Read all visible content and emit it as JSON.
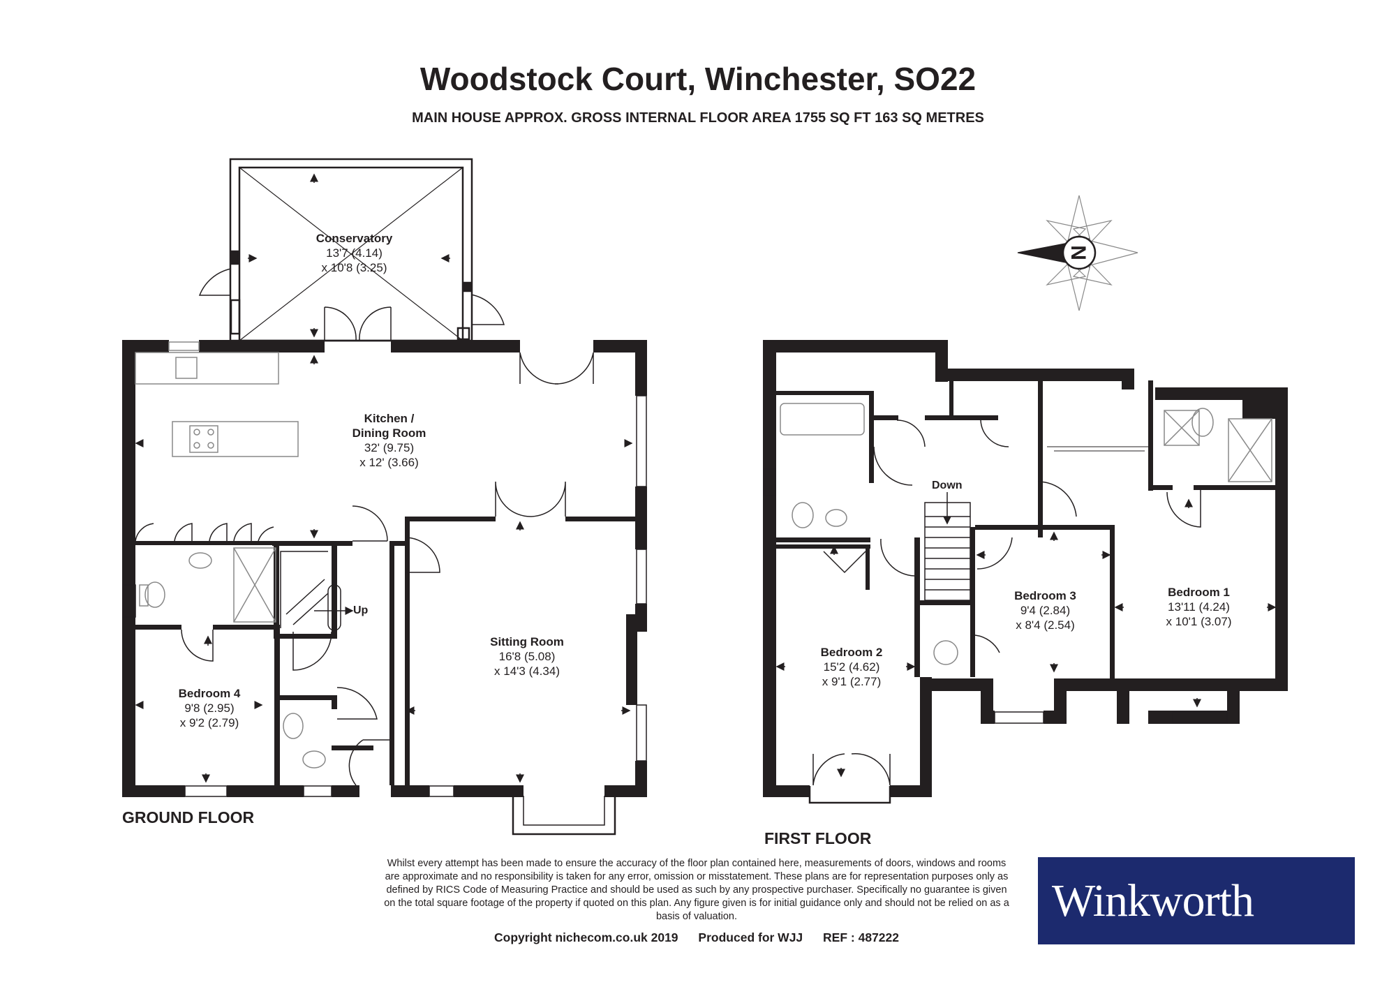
{
  "header": {
    "title": "Woodstock Court, Winchester, SO22",
    "subtitle": "MAIN HOUSE APPROX. GROSS INTERNAL FLOOR AREA 1755 SQ FT 163 SQ METRES"
  },
  "floors": {
    "ground": "GROUND FLOOR",
    "first": "FIRST FLOOR"
  },
  "rooms": {
    "conservatory": {
      "name": "Conservatory",
      "dim1": "13'7 (4.14)",
      "dim2": "x 10'8 (3.25)"
    },
    "kitchen": {
      "name1": "Kitchen /",
      "name2": "Dining Room",
      "dim1": "32' (9.75)",
      "dim2": "x 12' (3.66)"
    },
    "sitting": {
      "name": "Sitting Room",
      "dim1": "16'8 (5.08)",
      "dim2": "x 14'3 (4.34)"
    },
    "bed4": {
      "name": "Bedroom 4",
      "dim1": "9'8 (2.95)",
      "dim2": "x 9'2 (2.79)"
    },
    "bed2": {
      "name": "Bedroom 2",
      "dim1": "15'2 (4.62)",
      "dim2": "x 9'1 (2.77)"
    },
    "bed3": {
      "name": "Bedroom 3",
      "dim1": "9'4 (2.84)",
      "dim2": "x 8'4 (2.54)"
    },
    "bed1": {
      "name": "Bedroom 1",
      "dim1": "13'11 (4.24)",
      "dim2": "x 10'1 (3.07)"
    }
  },
  "stairs": {
    "up": "Up",
    "down": "Down"
  },
  "compass": {
    "letter": "N"
  },
  "footer": {
    "disclaimer": "Whilst every attempt has been made to ensure the accuracy of the floor plan contained here, measurements of doors, windows and rooms are approximate and no responsibility is taken for any error, omission or misstatement. These plans are for representation purposes only as defined by RICS Code of Measuring Practice and should be used as such by any prospective purchaser. Specifically no guarantee is given on the total square footage of the property if quoted on this plan. Any figure given is for initial guidance only and should not be relied on as a basis of valuation.",
    "copyright": "Copyright nichecom.co.uk 2019",
    "produced": "Produced for WJJ",
    "ref": "REF : 487222"
  },
  "brand": {
    "name": "Winkworth",
    "background": "#1c2a6e"
  },
  "colors": {
    "wall": "#231f20",
    "fixture": "#888888"
  }
}
